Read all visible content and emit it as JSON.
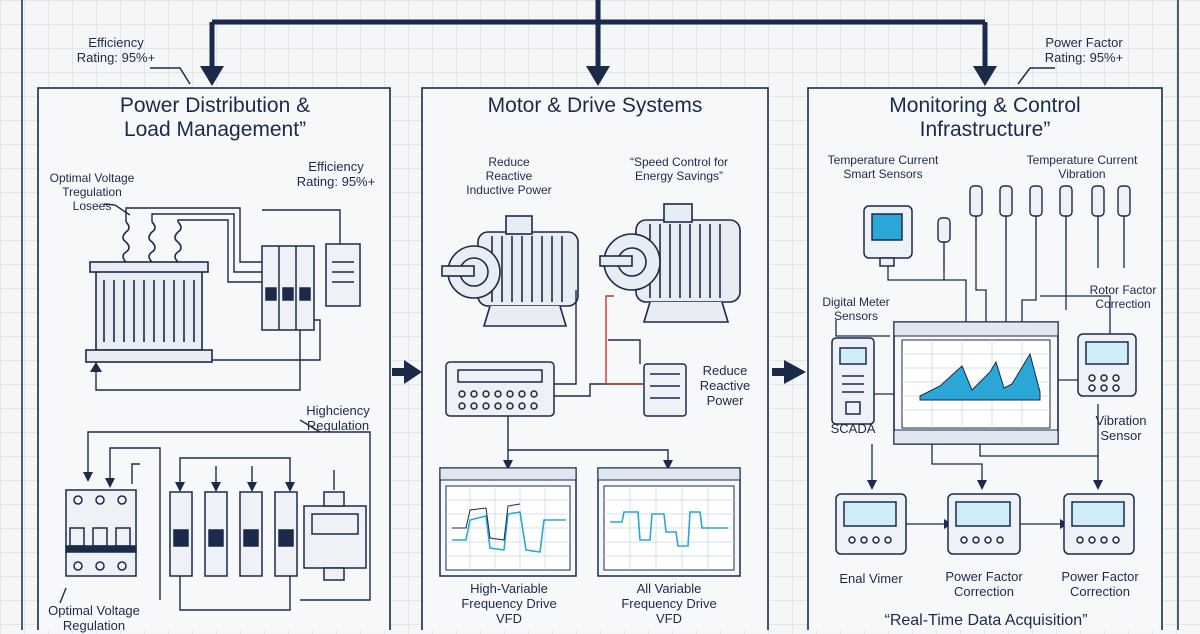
{
  "header": {
    "note_left": "Efficiency\nRating: 95%+",
    "note_right": "Power Factor\nRating: 95%+"
  },
  "panel_power": {
    "title": "Power Distribution &\nLoad Management”",
    "label_voltage_top": "Optimal Voltage\nTregulation\nLosees",
    "label_efficiency": "Efficiency\nRating: 95%+",
    "label_high_eff": "Highciency\nRegulation",
    "label_voltage_bottom": "Optimal Voltage\nRegulation"
  },
  "panel_motor": {
    "title": "Motor & Drive Systems",
    "label_reduce_inductive": "Reduce\nReactive\nInductive Power",
    "label_speed_control": "“Speed Control for\nEnergy Savings”",
    "label_reduce_reactive": "Reduce\nReactive\nPower",
    "label_vfd_left": "High-Variable\nFrequency Drive\nVFD",
    "label_vfd_right": "All Variable\nFrequency Drive\nVFD"
  },
  "panel_monitor": {
    "title": "Monitoring & Control\nInfrastructure”",
    "label_temp_left": "Temperature Current\nSmart Sensors",
    "label_temp_right": "Temperature Current\nVibration",
    "label_digital_meter": "Digital Meter\nSensors",
    "label_rotor": "Rotor Factor\nCorrection",
    "label_scada": "SCADA",
    "label_vibration": "Vibration\nSensor",
    "label_eml_meter": "Enal Vimer",
    "label_pf_1": "Power Factor\nCorrection",
    "label_pf_2": "Power Factor\nCorrection",
    "label_realtime": "“Real-Time Data Acquisition”"
  },
  "colors": {
    "ink": "#1c2a4a",
    "accent": "#2aa7d6",
    "screen": "#cfeefa",
    "wire": "#c0392b"
  }
}
